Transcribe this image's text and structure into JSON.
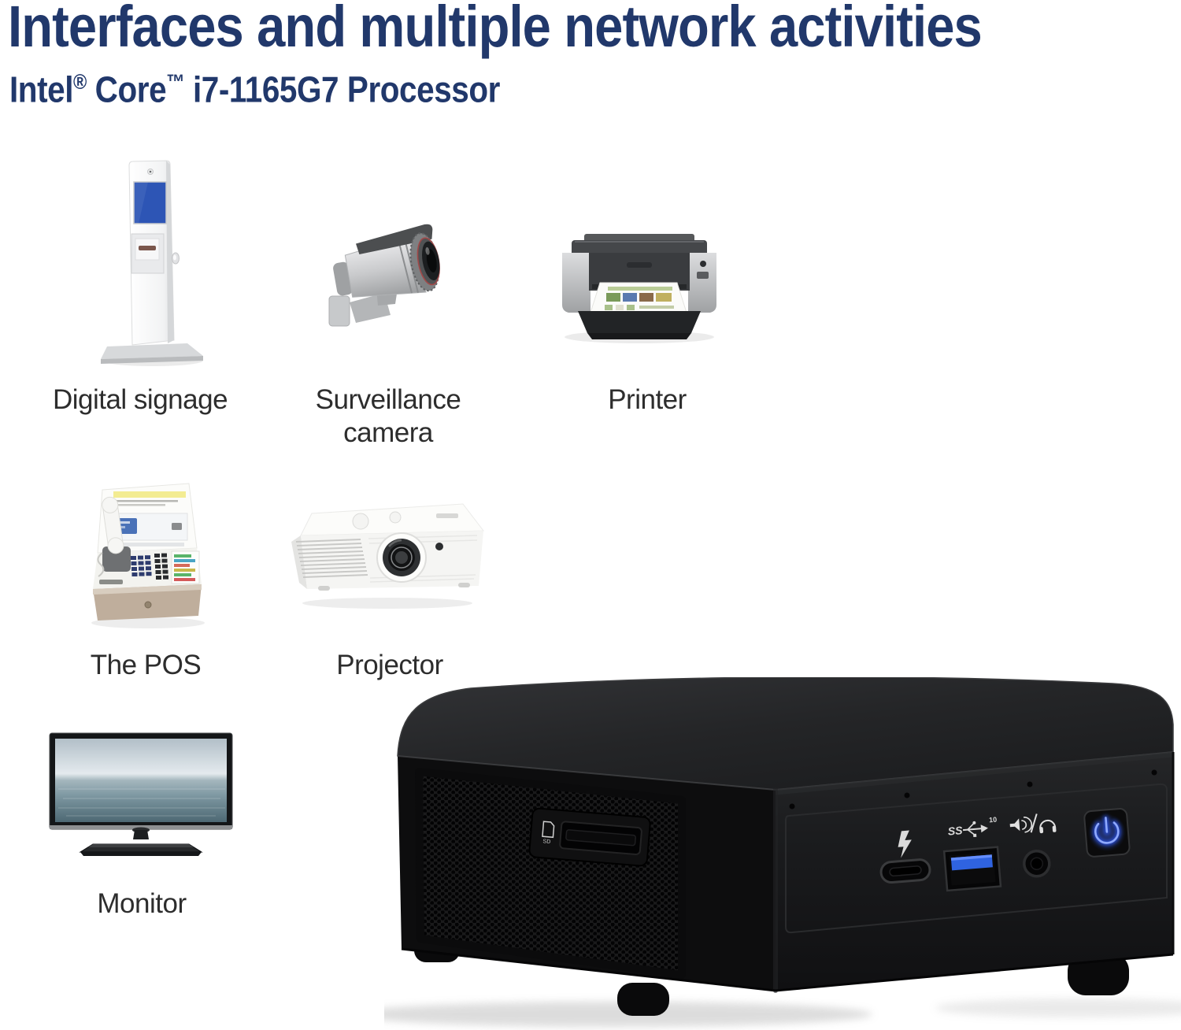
{
  "header": {
    "title": "Interfaces and multiple network activities",
    "subtitle": {
      "p1": "Intel",
      "sup1": "®",
      "p2": " Core",
      "sup2": "™",
      "p3": " i7-1165G7 Processor"
    }
  },
  "devices": [
    {
      "id": "digital-signage",
      "label": "Digital signage"
    },
    {
      "id": "surveillance-camera",
      "label": "Surveillance camera"
    },
    {
      "id": "printer",
      "label": "Printer"
    },
    {
      "id": "the-pos",
      "label": "The POS"
    },
    {
      "id": "projector",
      "label": "Projector"
    },
    {
      "id": "monitor",
      "label": "Monitor"
    }
  ],
  "mini_pc": {
    "side": {
      "sd_card_label": "SD"
    },
    "front": {
      "usb_logo": "SS",
      "usb_speed_label": "10"
    },
    "icons": [
      "sd-card-icon",
      "thunderbolt-icon",
      "usb-ss10-icon",
      "speaker-icon",
      "headphone-icon",
      "power-icon"
    ]
  },
  "colors": {
    "title_navy": "#21386b",
    "label_gray": "#2d2d2d",
    "kiosk_screen_blue": "#2d55b5",
    "usb_port_blue": "#2f63e0",
    "power_button_blue": "#3a5fe8",
    "background": "#ffffff"
  }
}
